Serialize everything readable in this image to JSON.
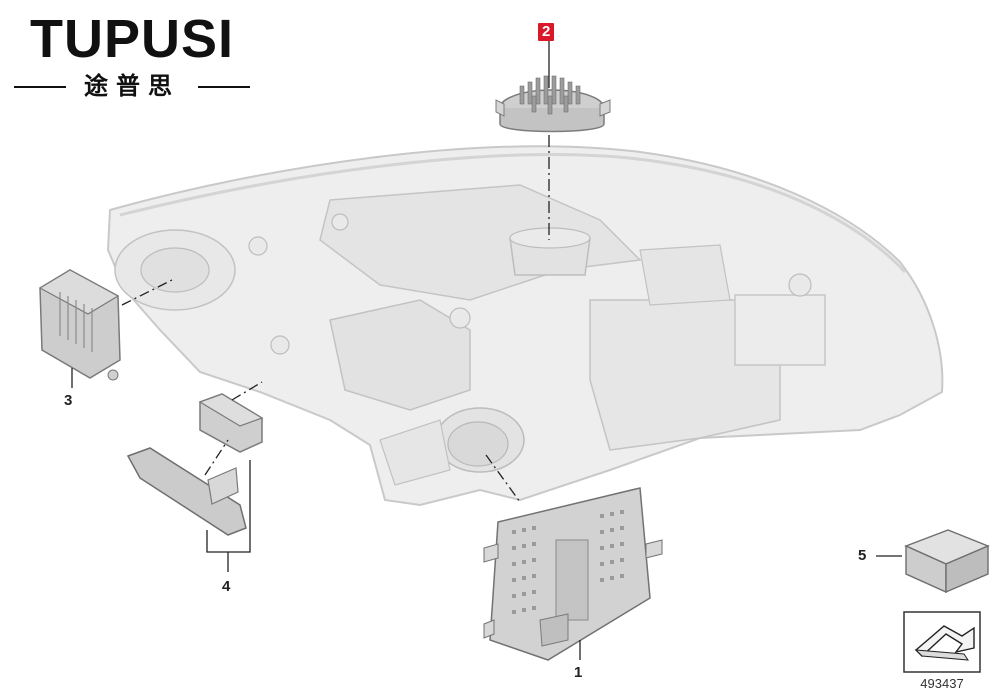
{
  "brand": {
    "name": "TUPUSI",
    "chinese": "途普思"
  },
  "callouts": [
    {
      "label": "2",
      "highlighted": true
    },
    {
      "label": "3",
      "highlighted": false
    },
    {
      "label": "4",
      "highlighted": false
    },
    {
      "label": "5",
      "highlighted": false
    },
    {
      "label": "1",
      "highlighted": false
    }
  ],
  "diagram_number": "493437",
  "colors": {
    "highlight": "#d9192a",
    "housing_fill": "#eeeeee",
    "housing_stroke": "#c9c9c9",
    "part_fill": "#d8d8d8",
    "part_stroke": "#8a8a8a",
    "line": "#222222"
  },
  "icons": [
    "arrow-symbol-icon"
  ]
}
